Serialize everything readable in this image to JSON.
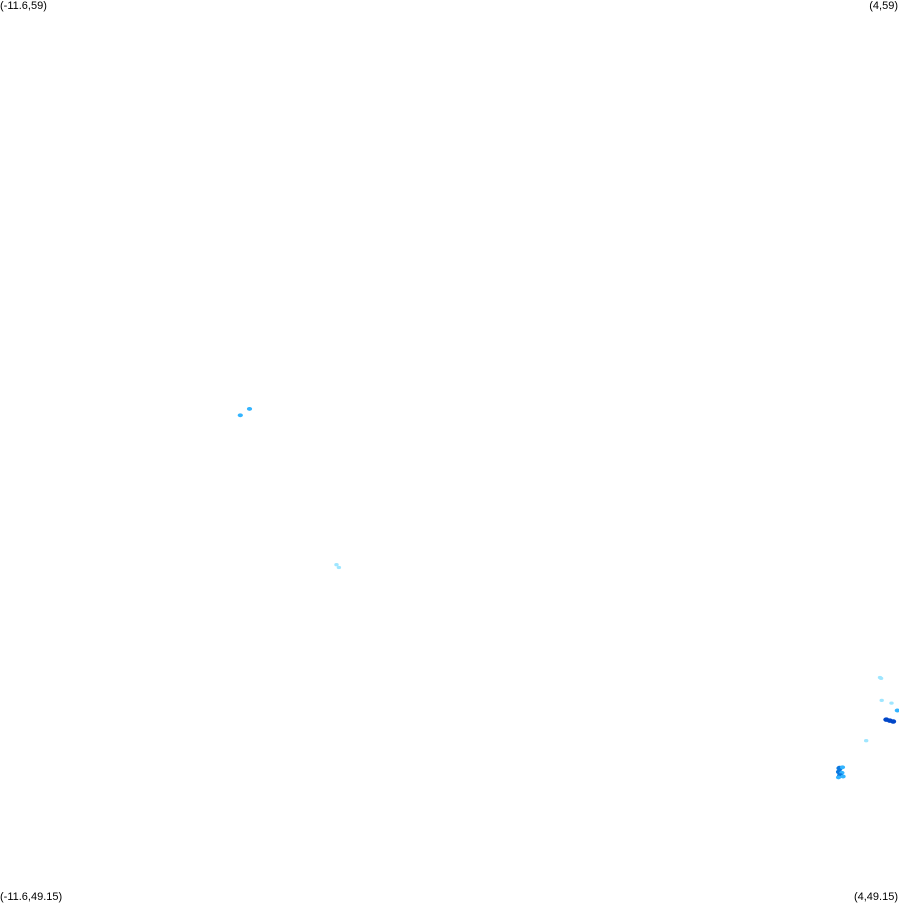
{
  "corners": {
    "top_left": "(-11.6,59)",
    "top_right": "(4,59)",
    "bottom_left": "(-11.6,49.15)",
    "bottom_right": "(4,49.15)"
  },
  "colors": {
    "background": "#ffffff",
    "light": "#9fe6ff",
    "medium": "#33b4ff",
    "strong": "#0a78e0",
    "heavy": "#0046c8"
  },
  "bounds": {
    "west": -11.6,
    "east": 4,
    "north": 59,
    "south": 49.15
  },
  "echoes": [
    {
      "lon": -7.43,
      "lat": 54.47,
      "intensity": "medium"
    },
    {
      "lon": -7.27,
      "lat": 54.54,
      "intensity": "medium"
    },
    {
      "lon": -5.76,
      "lat": 52.84,
      "intensity": "light"
    },
    {
      "lon": -5.72,
      "lat": 52.81,
      "intensity": "light"
    },
    {
      "lon": 3.69,
      "lat": 51.6,
      "intensity": "light"
    },
    {
      "lon": 3.67,
      "lat": 51.61,
      "intensity": "light"
    },
    {
      "lon": 3.7,
      "lat": 51.36,
      "intensity": "light"
    },
    {
      "lon": 3.87,
      "lat": 51.33,
      "intensity": "light"
    },
    {
      "lon": 3.97,
      "lat": 51.25,
      "intensity": "medium"
    },
    {
      "lon": 3.78,
      "lat": 51.15,
      "intensity": "heavy"
    },
    {
      "lon": 3.84,
      "lat": 51.14,
      "intensity": "heavy"
    },
    {
      "lon": 3.9,
      "lat": 51.13,
      "intensity": "heavy"
    },
    {
      "lon": 3.43,
      "lat": 50.92,
      "intensity": "light"
    },
    {
      "lon": 2.97,
      "lat": 50.62,
      "intensity": "strong"
    },
    {
      "lon": 3.02,
      "lat": 50.63,
      "intensity": "medium"
    },
    {
      "lon": 2.96,
      "lat": 50.58,
      "intensity": "strong"
    },
    {
      "lon": 3.01,
      "lat": 50.57,
      "intensity": "medium"
    },
    {
      "lon": 2.98,
      "lat": 50.54,
      "intensity": "strong"
    },
    {
      "lon": 3.03,
      "lat": 50.53,
      "intensity": "medium"
    },
    {
      "lon": 2.95,
      "lat": 50.52,
      "intensity": "medium"
    }
  ]
}
